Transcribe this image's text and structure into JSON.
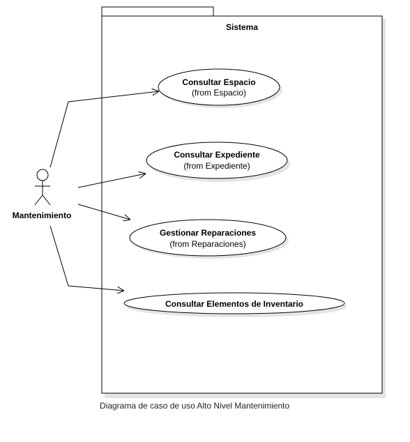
{
  "system": {
    "title": "Sistema"
  },
  "actor": {
    "name": "Mantenimiento"
  },
  "use_cases": [
    {
      "name": "Consultar Espacio",
      "from": "(from Espacio)"
    },
    {
      "name": "Consultar Expediente",
      "from": "(from Expediente)"
    },
    {
      "name": "Gestionar Reparaciones",
      "from": "(from Reparaciones)"
    },
    {
      "name": "Consultar Elementos de Inventario"
    }
  ],
  "caption": "Diagrama de caso de uso Alto Nivel Mantenimiento"
}
